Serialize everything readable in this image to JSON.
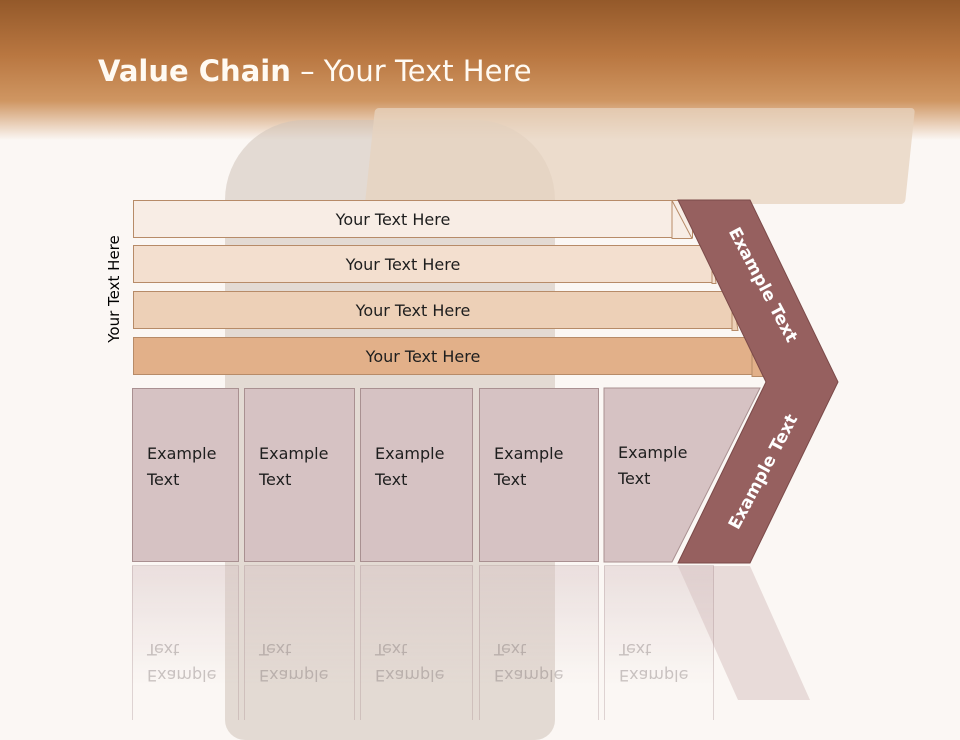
{
  "title": {
    "bold": "Value Chain",
    "rest": " – Your Text Here"
  },
  "side_label": "Your Text Here",
  "rows": [
    "Your Text Here",
    "Your Text Here",
    "Your Text Here",
    "Your Text Here"
  ],
  "columns": [
    "Example\nText",
    "Example\nText",
    "Example\nText",
    "Example\nText",
    "Example\nText"
  ],
  "chevron": {
    "upper": "Example Text",
    "lower": "Example Text"
  },
  "colors": {
    "header": "#b97741",
    "row_1": "#f8ede5",
    "row_2": "#f3dfcf",
    "row_3": "#edd0b7",
    "row_4": "#e2b089",
    "cells": "#d6c2c3",
    "chevron": "#96605f"
  }
}
